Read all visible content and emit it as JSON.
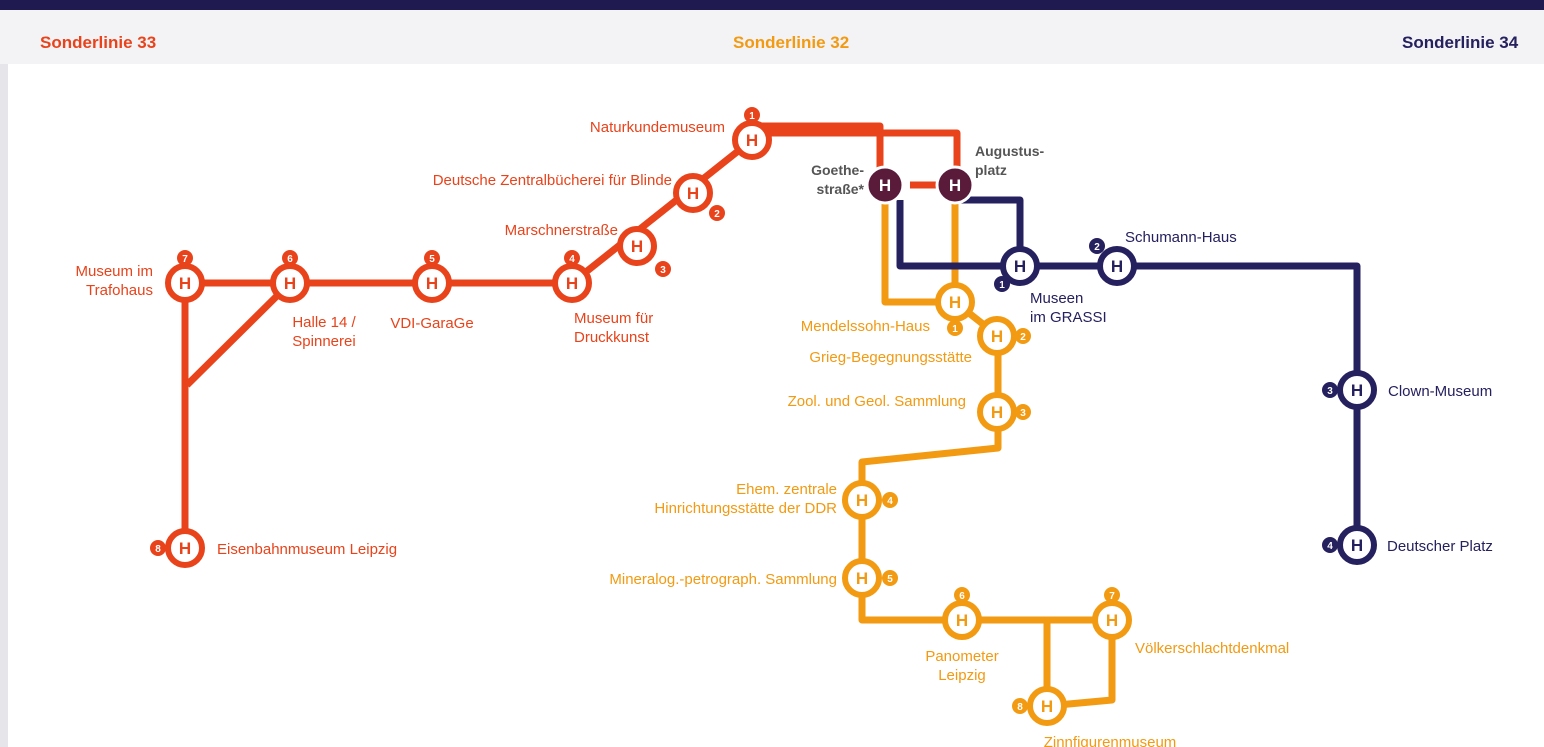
{
  "header": {
    "line33": "Sonderlinie 33",
    "line32": "Sonderlinie 32",
    "line34": "Sonderlinie 34"
  },
  "colors": {
    "line33": "#e8431b",
    "line32": "#f29a12",
    "line34": "#25205e",
    "hub": "#5a1a3a",
    "hub_label": "#555555",
    "topbar": "#1f1a4f"
  },
  "stop_symbol": "H",
  "hubs": {
    "goethe": "Goethe-\nstraße*",
    "augustus": "Augustus-\nplatz"
  },
  "line33": [
    {
      "num": "1",
      "name": "Naturkundemuseum"
    },
    {
      "num": "2",
      "name": "Deutsche Zentralbücherei für Blinde"
    },
    {
      "num": "3",
      "name": "Marschnerstraße"
    },
    {
      "num": "4",
      "name": "Museum für\nDruckkunst"
    },
    {
      "num": "5",
      "name": "VDI-GaraGe"
    },
    {
      "num": "6",
      "name": "Halle 14 /\nSpinnerei"
    },
    {
      "num": "7",
      "name": "Museum im\nTrafohaus"
    },
    {
      "num": "8",
      "name": "Eisenbahnmuseum Leipzig"
    }
  ],
  "line32": [
    {
      "num": "1",
      "name": "Mendelssohn-Haus"
    },
    {
      "num": "2",
      "name": "Grieg-Begegnungsstätte"
    },
    {
      "num": "3",
      "name": "Zool. und Geol. Sammlung"
    },
    {
      "num": "4",
      "name": "Ehem. zentrale\nHinrichtungsstätte der DDR"
    },
    {
      "num": "5",
      "name": "Mineralog.-petrograph. Sammlung"
    },
    {
      "num": "6",
      "name": "Panometer\nLeipzig"
    },
    {
      "num": "7",
      "name": "Völkerschlachtdenkmal"
    },
    {
      "num": "8",
      "name": "Zinnfigurenmuseum"
    }
  ],
  "line34": [
    {
      "num": "1",
      "name": "Museen\nim GRASSI"
    },
    {
      "num": "2",
      "name": "Schumann-Haus"
    },
    {
      "num": "3",
      "name": "Clown-Museum"
    },
    {
      "num": "4",
      "name": "Deutscher Platz"
    }
  ]
}
